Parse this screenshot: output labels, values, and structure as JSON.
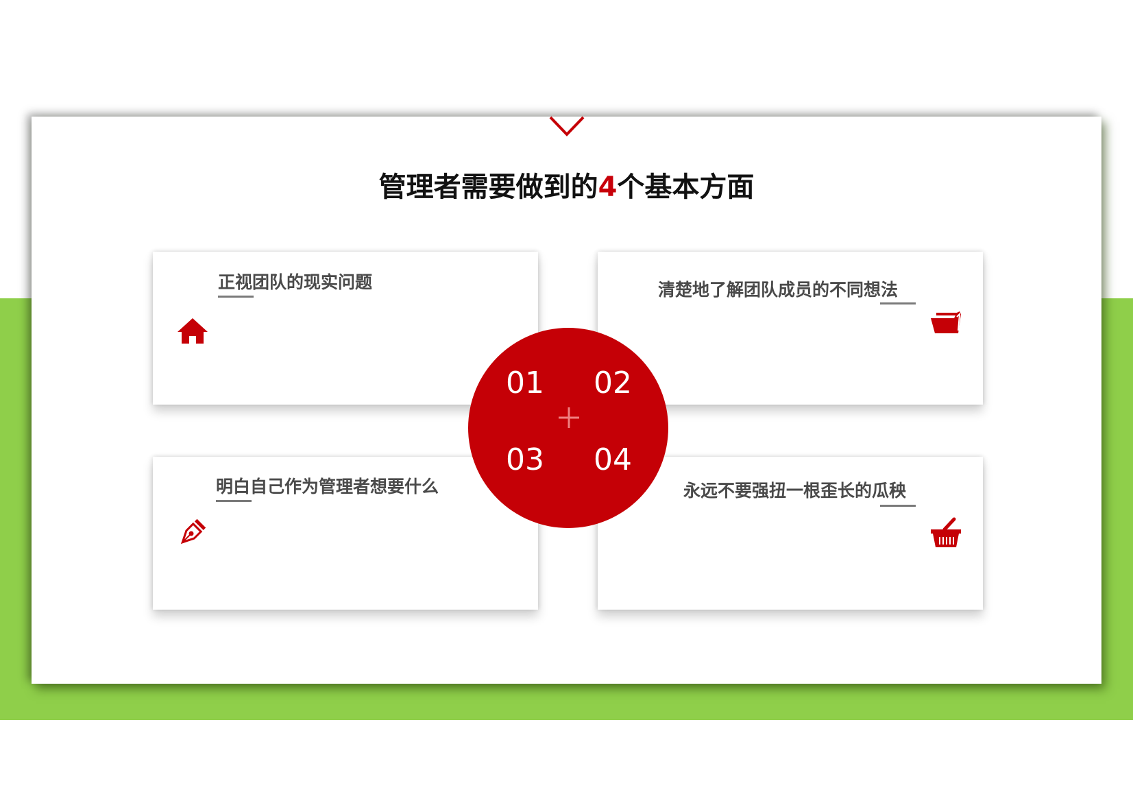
{
  "slide": {
    "title_prefix": "管理者需要做到的",
    "title_number": "4",
    "title_suffix": "个基本方面",
    "colors": {
      "accent": "#c50006",
      "background_band": "#8fcf4a",
      "text_dark": "#111111",
      "text_card": "#4a4a4a"
    }
  },
  "cards": [
    {
      "number": "01",
      "text": "正视团队的现实问题",
      "icon": "home-icon"
    },
    {
      "number": "02",
      "text": "清楚地了解团队成员的不同想法",
      "icon": "folder-open-icon"
    },
    {
      "number": "03",
      "text": "明白自己作为管理者想要什么",
      "icon": "pen-nib-icon"
    },
    {
      "number": "04",
      "text": "永远不要强扭一根歪长的瓜秧",
      "icon": "basket-icon"
    }
  ],
  "center_circle": {
    "numbers": [
      "01",
      "02",
      "03",
      "04"
    ],
    "symbol": "+"
  }
}
